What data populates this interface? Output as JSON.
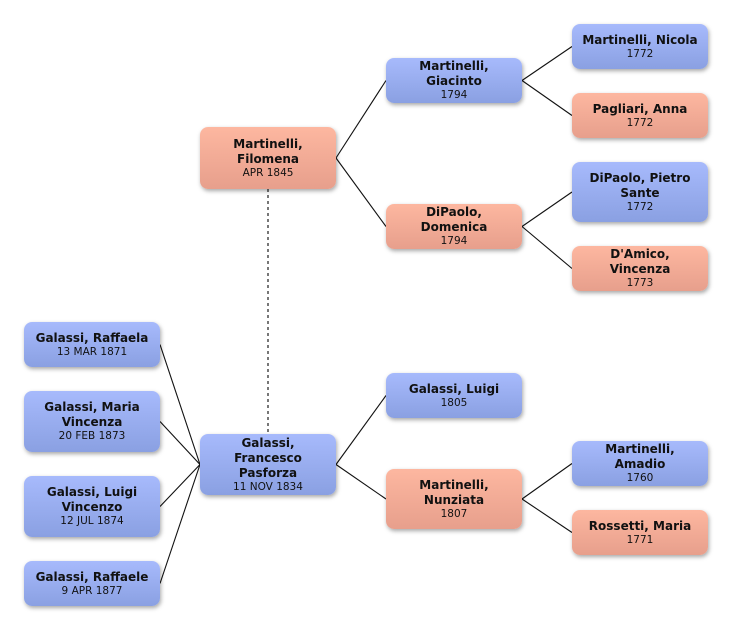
{
  "colors": {
    "male": "#9aaef2",
    "female": "#f6ad98",
    "line": "#111111",
    "dotted": "#777777"
  },
  "people": {
    "filomena": {
      "name": "Martinelli, Filomena",
      "date": "APR 1845",
      "sex": "female"
    },
    "giacinto": {
      "name": "Martinelli, Giacinto",
      "date": "1794",
      "sex": "male"
    },
    "domenica": {
      "name": "DiPaolo, Domenica",
      "date": "1794",
      "sex": "female"
    },
    "nicola": {
      "name": "Martinelli, Nicola",
      "date": "1772",
      "sex": "male"
    },
    "anna": {
      "name": "Pagliari, Anna",
      "date": "1772",
      "sex": "female"
    },
    "pietro": {
      "name": "DiPaolo, Pietro Sante",
      "date": "1772",
      "sex": "male"
    },
    "vincenza": {
      "name": "D'Amico, Vincenza",
      "date": "1773",
      "sex": "female"
    },
    "francesco": {
      "name": "Galassi, Francesco Pasforza",
      "date": "11 NOV 1834",
      "sex": "male"
    },
    "luigi": {
      "name": "Galassi, Luigi",
      "date": "1805",
      "sex": "male"
    },
    "nunziata": {
      "name": "Martinelli, Nunziata",
      "date": "1807",
      "sex": "female"
    },
    "amadio": {
      "name": "Martinelli, Amadio",
      "date": "1760",
      "sex": "male"
    },
    "maria_r": {
      "name": "Rossetti, Maria",
      "date": "1771",
      "sex": "female"
    },
    "raffaela": {
      "name": "Galassi, Raffaela",
      "date": "13 MAR 1871",
      "sex": "male"
    },
    "maria_v": {
      "name": "Galassi, Maria Vincenza",
      "date": "20 FEB 1873",
      "sex": "male"
    },
    "luigi_v": {
      "name": "Galassi, Luigi Vincenzo",
      "date": "12 JUL 1874",
      "sex": "male"
    },
    "raffaele": {
      "name": "Galassi, Raffaele",
      "date": "9 APR 1877",
      "sex": "male"
    }
  },
  "relations": {
    "parents": [
      {
        "child": "filomena",
        "father": "giacinto",
        "mother": "domenica"
      },
      {
        "child": "giacinto",
        "father": "nicola",
        "mother": "anna"
      },
      {
        "child": "domenica",
        "father": "pietro",
        "mother": "vincenza"
      },
      {
        "child": "francesco",
        "father": "luigi",
        "mother": "nunziata"
      },
      {
        "child": "nunziata",
        "father": "amadio",
        "mother": "maria_r"
      }
    ],
    "spouses": [
      {
        "a": "filomena",
        "b": "francesco"
      }
    ],
    "children_of_francesco": [
      "raffaela",
      "maria_v",
      "luigi_v",
      "raffaele"
    ]
  }
}
